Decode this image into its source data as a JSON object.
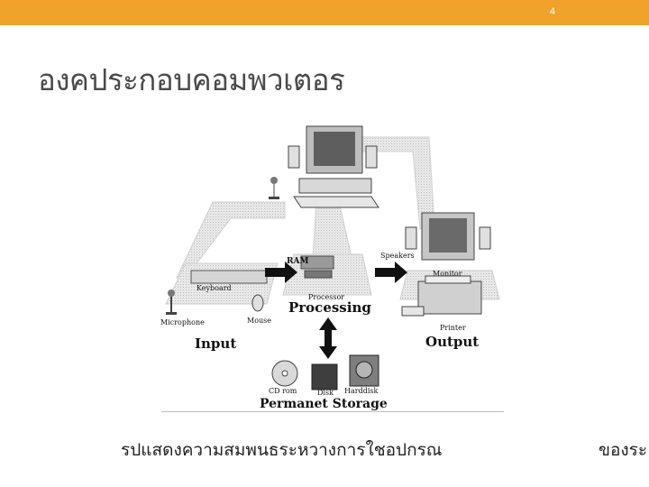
{
  "header": {
    "page_number": "4",
    "bar_color": "#f0a22b"
  },
  "slide": {
    "title": "องคประกอบคอมพวเตอร",
    "caption": "รปแสดงความสมพนธระหวางการใชอปกรณ",
    "caption_tail": "ของระ"
  },
  "diagram": {
    "labels": {
      "ram": "RAM",
      "speakers": "Speakers",
      "keyboard": "Keyboard",
      "monitor": "Monitor",
      "processor": "Processor",
      "processing": "Processing",
      "microphone": "Microphone",
      "mouse": "Mouse",
      "printer": "Printer",
      "input": "Input",
      "output": "Output",
      "cd_rom": "CD rom",
      "disk": "Disk",
      "harddisk": "Harddisk",
      "storage": "Permanet Storage"
    }
  }
}
